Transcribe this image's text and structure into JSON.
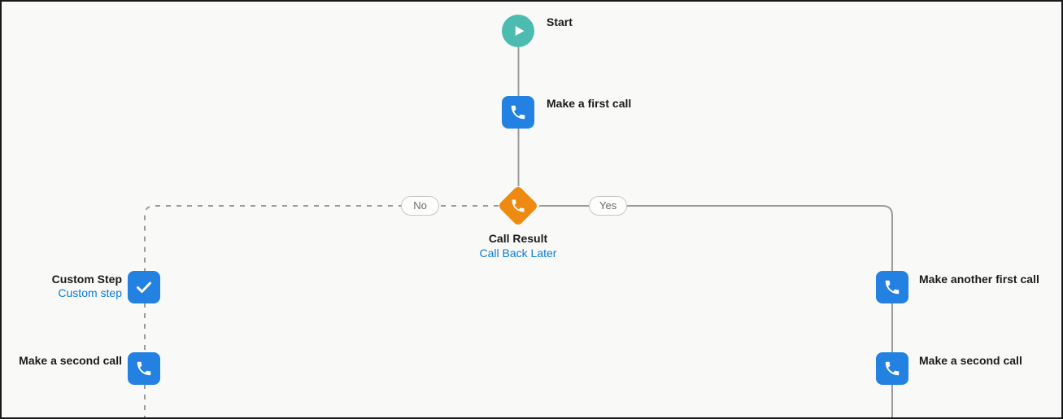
{
  "flow": {
    "start": {
      "label": "Start",
      "icon": "play-icon"
    },
    "make_first_call": {
      "label": "Make a first call",
      "icon": "phone-icon"
    },
    "decision": {
      "title": "Call Result",
      "subtitle": "Call Back Later",
      "icon": "phone-icon"
    },
    "no_branch": {
      "connector_label": "No",
      "line_style": "dashed",
      "custom_step": {
        "title": "Custom Step",
        "subtitle": "Custom step",
        "icon": "check-icon"
      },
      "second_call": {
        "label": "Make a second call",
        "icon": "phone-icon"
      }
    },
    "yes_branch": {
      "connector_label": "Yes",
      "line_style": "solid",
      "another_first_call": {
        "label": "Make another first call",
        "icon": "phone-icon"
      },
      "second_call": {
        "label": "Make a second call",
        "icon": "phone-icon"
      }
    }
  },
  "colors": {
    "teal": "#4CBCB0",
    "blue": "#2381E2",
    "orange": "#EE8A12",
    "link": "#0B7AD1",
    "text": "#1B1B1B",
    "connector": "#9B9B9B",
    "pill-border": "#C9C7C5",
    "pill-text": "#6E6B66",
    "bg": "#F9F9F8",
    "frame": "#191919"
  }
}
